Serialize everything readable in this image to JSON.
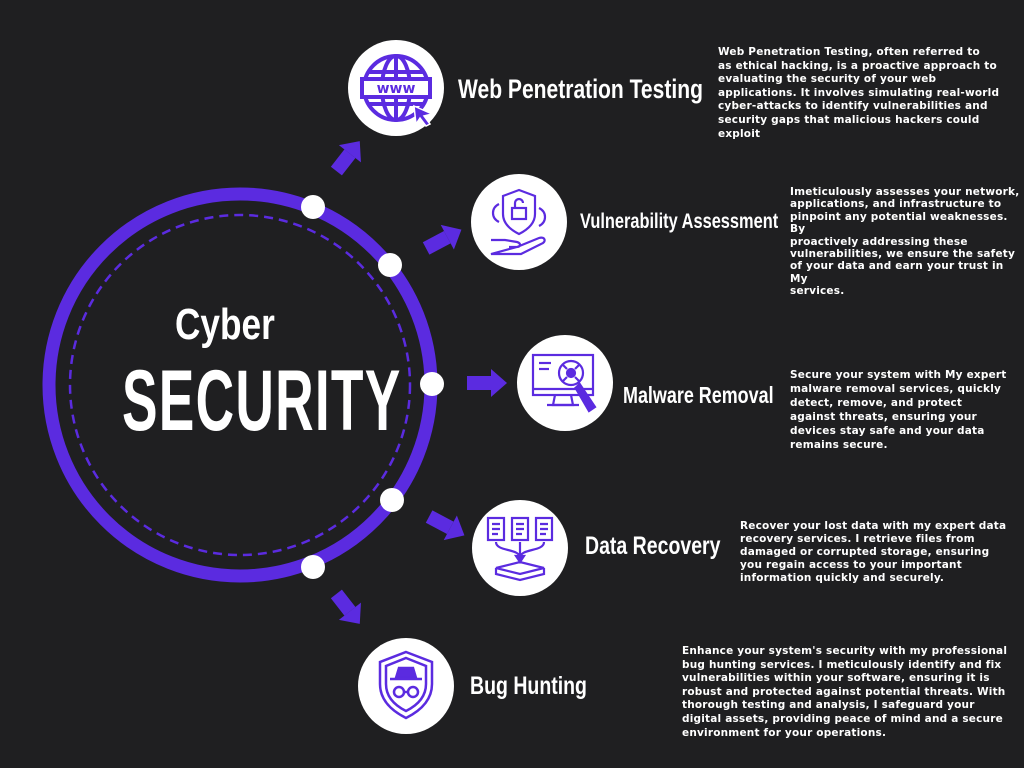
{
  "hero": {
    "line1": "Cyber",
    "line2": "SECURITY"
  },
  "colors": {
    "background": "#1f1f21",
    "accent": "#5b2be0",
    "white": "#ffffff"
  },
  "services": [
    {
      "title": "Web Penetration Testing",
      "icon": "globe-www-icon",
      "description": "Web Penetration Testing, often referred to\nas ethical hacking, is a proactive approach to\nevaluating the security of your web\napplications. It involves simulating real-world\ncyber-attacks to identify vulnerabilities and\nsecurity gaps that malicious hackers could\nexploit"
    },
    {
      "title": "Vulnerability Assessment",
      "icon": "shield-lock-hand-icon",
      "description": "Imeticulously assesses your network,\napplications, and infrastructure to\npinpoint any potential weaknesses. By\nproactively addressing these\nvulnerabilities, we ensure the safety\nof your data and earn your trust in My\nservices."
    },
    {
      "title": "Malware Removal",
      "icon": "monitor-bug-icon",
      "description": "Secure your system with My expert\nmalware removal services, quickly\ndetect, remove, and protect\nagainst threats, ensuring your\ndevices stay safe and your data\nremains secure."
    },
    {
      "title": "Data Recovery",
      "icon": "files-recovery-icon",
      "description": "Recover your lost data with my expert data\nrecovery services. I retrieve files from\ndamaged or corrupted storage, ensuring\nyou regain access to your important\ninformation quickly and securely."
    },
    {
      "title": "Bug Hunting",
      "icon": "shield-spy-icon",
      "description": "Enhance your system's security with my professional\nbug hunting services. I meticulously identify and fix\nvulnerabilities within your software, ensuring it is\nrobust and protected against potential threats. With\nthorough testing and analysis, I safeguard your\ndigital assets, providing peace of mind and a secure\nenvironment for your operations."
    }
  ]
}
